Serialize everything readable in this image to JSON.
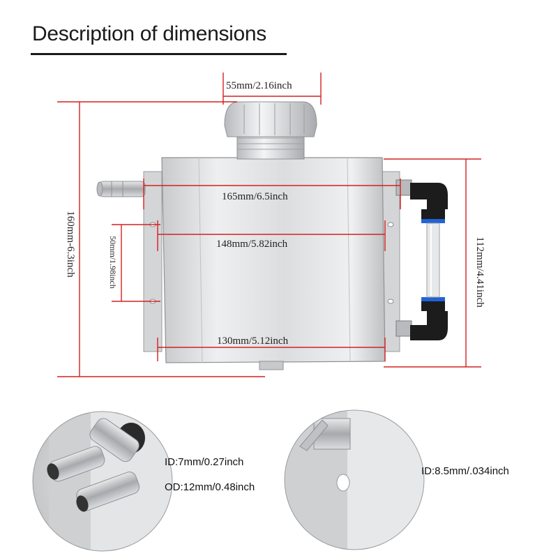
{
  "title": "Description of dimensions",
  "dimensions": {
    "cap_width": "55mm/2.16inch",
    "overall_width": "165mm/6.5inch",
    "body_width": "148mm/5.82inch",
    "bottom_width": "130mm/5.12inch",
    "overall_height": "160mm-6.3inch",
    "body_height": "112mm/4.41inch",
    "mount_spacing": "50mm/1.98inch"
  },
  "details": {
    "hose_id": "ID:7mm/0.27inch",
    "hose_od": "OD:12mm/0.48inch",
    "port_id": "ID:8.5mm/.034inch"
  },
  "colors": {
    "dimension_line": "#d42020",
    "tank_metal": "#d9dadc",
    "fitting_black": "#1c1c1c",
    "fitting_blue": "#1f63d6"
  }
}
